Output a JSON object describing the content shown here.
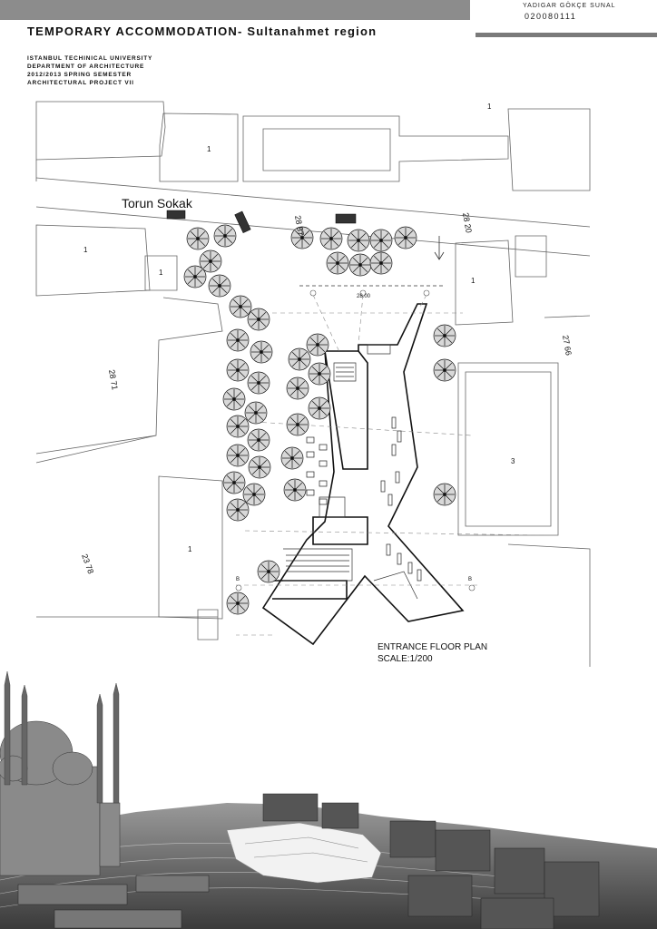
{
  "header": {
    "title": "TEMPORARY ACCOMMODATION- Sultanahmet region",
    "author": "YADIGAR GÖKÇE SUNAL",
    "student_id": "020080111"
  },
  "info": {
    "university": "ISTANBUL TECHINICAL UNIVERSITY",
    "department": "DEPARTMENT OF ARCHITECTURE",
    "semester": "2012/2013 SPRING SEMESTER",
    "course": "ARCHITECTURAL PROJECT VII"
  },
  "plan": {
    "street_name": "Torun Sokak",
    "caption_line1": "ENTRANCE  FLOOR PLAN",
    "caption_line2": "SCALE:1/200",
    "width_dim": "28.00",
    "section_mark": "B",
    "lot_labels": [
      "1",
      "1",
      "1",
      "1",
      "1",
      "1",
      "3"
    ],
    "elevations": [
      "28 87",
      "28 20",
      "28 71",
      "27 66",
      "23 78"
    ]
  },
  "colors": {
    "header_bar": "#8c8c8c",
    "sidebar_rule": "#7a7a7a",
    "ink": "#111111"
  }
}
